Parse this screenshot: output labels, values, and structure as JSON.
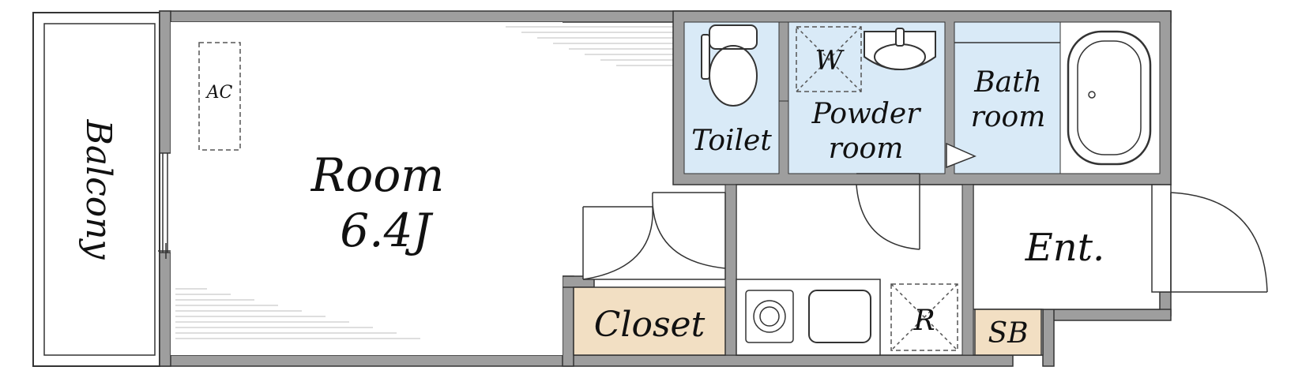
{
  "labels": {
    "balcony": "Balcony",
    "room": "Room",
    "room_size": "6.4J",
    "ac": "AC",
    "toilet": "Toilet",
    "washer": "W",
    "powder_room_line1": "Powder",
    "powder_room_line2": "room",
    "bath_room_line1": "Bath",
    "bath_room_line2": "room",
    "entrance": "Ent.",
    "closet": "Closet",
    "shoe_box": "SB",
    "refrigerator": "R"
  },
  "colors": {
    "wall": "#9e9e9e",
    "wet_area": "#d9eaf7",
    "closet_fill": "#f2dfc3",
    "line": "#333333",
    "label": "#111111"
  }
}
